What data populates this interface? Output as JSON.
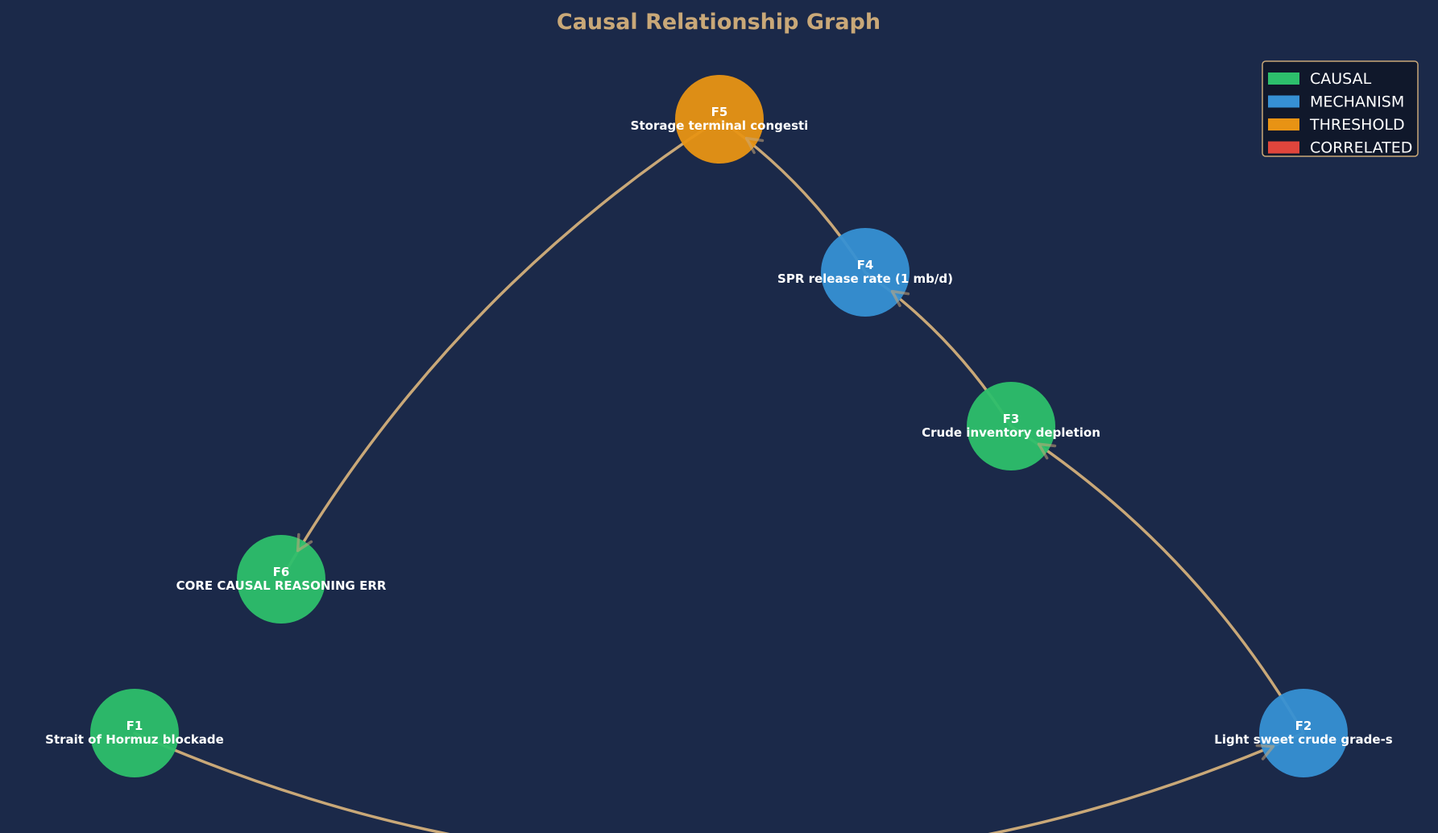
{
  "title": "Causal Relationship Graph",
  "colors": {
    "background": "#1b2949",
    "title": "#c9a878",
    "edge": "#c9a878",
    "legend_bg": "#10182b",
    "legend_border": "#c9a878",
    "causal": "#2dbf6c",
    "mechanism": "#3690d4",
    "threshold": "#e89314",
    "correlated": "#e0453c"
  },
  "legend": [
    {
      "key": "causal",
      "label": "CAUSAL"
    },
    {
      "key": "mechanism",
      "label": "MECHANISM"
    },
    {
      "key": "threshold",
      "label": "THRESHOLD"
    },
    {
      "key": "correlated",
      "label": "CORRELATED"
    }
  ],
  "nodes": [
    {
      "id": "F1",
      "label": "Strait of Hormuz blockade",
      "type": "causal"
    },
    {
      "id": "F2",
      "label": "Light sweet crude grade-s",
      "type": "mechanism"
    },
    {
      "id": "F3",
      "label": "Crude inventory depletion",
      "type": "causal"
    },
    {
      "id": "F4",
      "label": "SPR release rate (1 mb/d)",
      "type": "mechanism"
    },
    {
      "id": "F5",
      "label": "Storage terminal congesti",
      "type": "threshold"
    },
    {
      "id": "F6",
      "label": "CORE CAUSAL REASONING ERR",
      "type": "causal"
    }
  ],
  "edges": [
    {
      "from": "F1",
      "to": "F2"
    },
    {
      "from": "F2",
      "to": "F3"
    },
    {
      "from": "F3",
      "to": "F4"
    },
    {
      "from": "F4",
      "to": "F5"
    },
    {
      "from": "F5",
      "to": "F6"
    }
  ]
}
